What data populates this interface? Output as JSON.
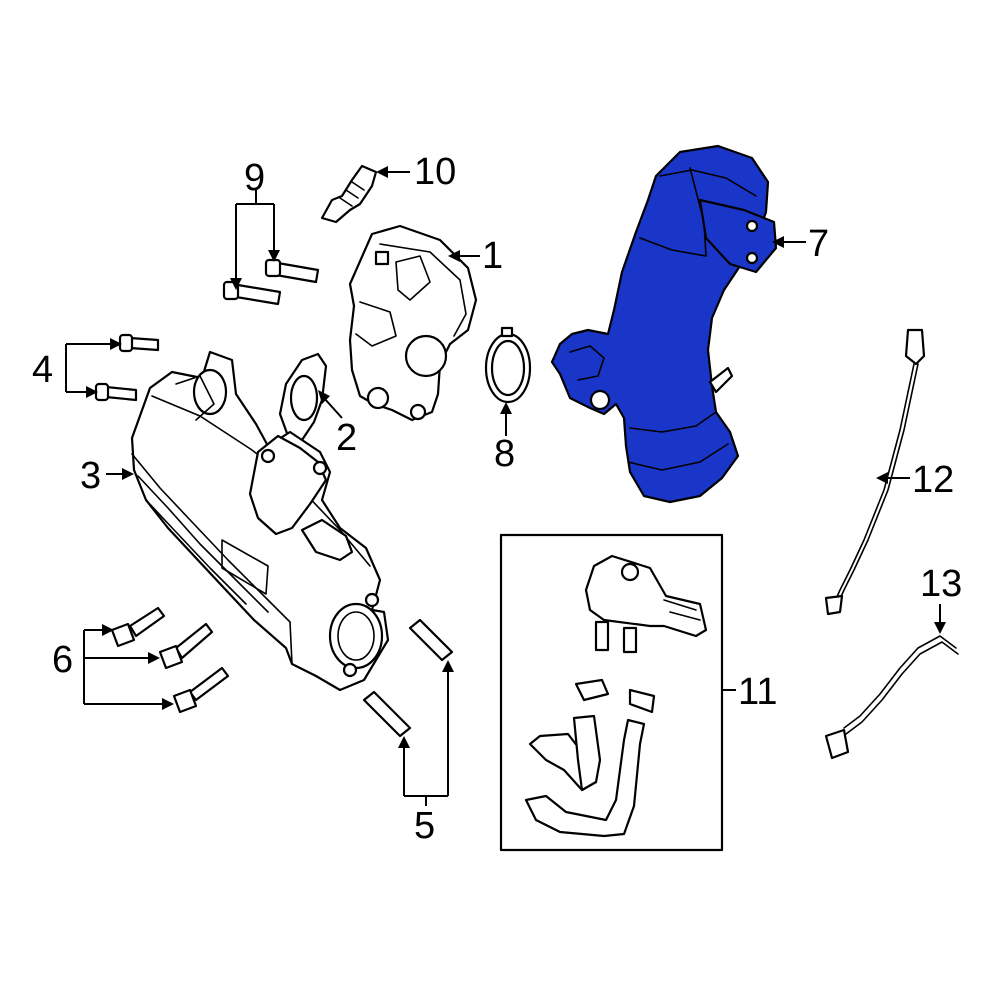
{
  "highlight_color": "#1a36c8",
  "callouts": {
    "c1": "1",
    "c2": "2",
    "c3": "3",
    "c4": "4",
    "c5": "5",
    "c6": "6",
    "c7": "7",
    "c8": "8",
    "c9": "9",
    "c10": "10",
    "c11": "11",
    "c12": "12",
    "c13": "13"
  }
}
